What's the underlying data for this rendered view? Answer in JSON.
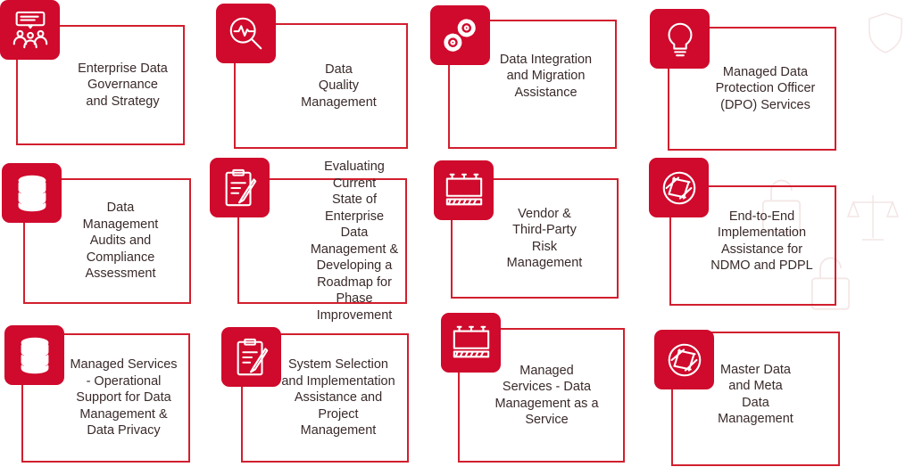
{
  "services": [
    {
      "title": "Enterprise Data\nGovernance\nand Strategy",
      "icon": "meeting-presentation-icon"
    },
    {
      "title": "Data\nQuality\nManagement",
      "icon": "magnifier-pulse-icon"
    },
    {
      "title": "Data Integration\nand Migration\nAssistance",
      "icon": "gears-icon"
    },
    {
      "title": "Managed Data\nProtection Officer\n(DPO) Services",
      "icon": "lightbulb-icon"
    },
    {
      "title": "Data\nManagement\nAudits and\nCompliance\nAssessment",
      "icon": "database-icon"
    },
    {
      "title": "Evaluating Current\nState of Enterprise\nData Management &\nDeveloping a\nRoadmap for Phase\nImprovement",
      "icon": "clipboard-pen-icon"
    },
    {
      "title": "Vendor &\nThird-Party\nRisk\nManagement",
      "icon": "billboard-icon"
    },
    {
      "title": "End-to-End\nImplementation\nAssistance for\nNDMO and PDPL",
      "icon": "aperture-icon"
    },
    {
      "title": "Managed Services\n- Operational\nSupport for Data\nManagement &\nData Privacy",
      "icon": "database-icon"
    },
    {
      "title": "System Selection\nand Implementation\nAssistance and\nProject\nManagement",
      "icon": "clipboard-pen-icon"
    },
    {
      "title": "Managed\nServices - Data\nManagement as a\nService",
      "icon": "billboard-icon"
    },
    {
      "title": "Master Data\nand Meta\nData\nManagement",
      "icon": "aperture-icon"
    }
  ],
  "colors": {
    "accent": "#cf0a2c",
    "border": "#d21f2e",
    "text": "#3a2a2a"
  }
}
